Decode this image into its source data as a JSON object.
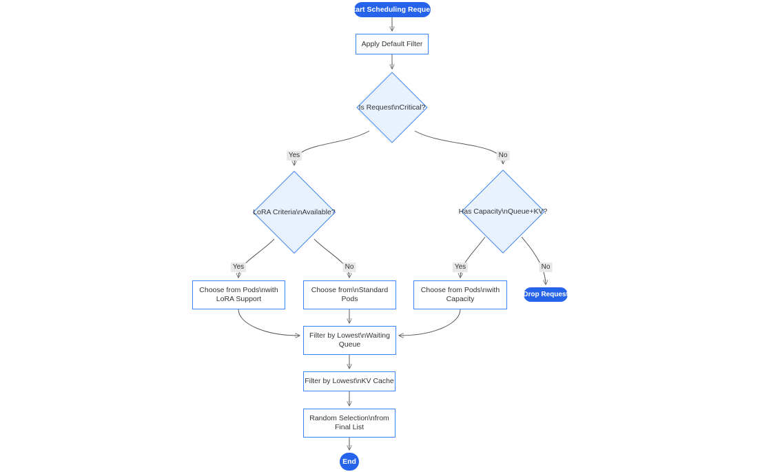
{
  "diagram_type": "flowchart",
  "nodes": {
    "start": {
      "type": "pill",
      "lines": [
        "Start Scheduling Request"
      ]
    },
    "apply": {
      "type": "process",
      "lines": [
        "Apply Default Filter"
      ]
    },
    "critical": {
      "type": "decision",
      "lines": [
        "Is Request\\nCritical?"
      ]
    },
    "lora": {
      "type": "decision",
      "lines": [
        "LoRA Criteria\\nAvailable?"
      ]
    },
    "capacity": {
      "type": "decision",
      "lines": [
        "Has Capacity\\nQueue+KV?"
      ]
    },
    "pods_lora": {
      "type": "process",
      "lines": [
        "Choose from Pods\\nwith",
        "LoRA Support"
      ]
    },
    "pods_standard": {
      "type": "process",
      "lines": [
        "Choose from\\nStandard",
        "Pods"
      ]
    },
    "pods_capacity": {
      "type": "process",
      "lines": [
        "Choose from Pods\\nwith",
        "Capacity"
      ]
    },
    "drop": {
      "type": "pill",
      "lines": [
        "Drop Request"
      ]
    },
    "filter_queue": {
      "type": "process",
      "lines": [
        "Filter by Lowest\\nWaiting",
        "Queue"
      ]
    },
    "filter_kv": {
      "type": "process",
      "lines": [
        "Filter by Lowest\\nKV Cache"
      ]
    },
    "random": {
      "type": "process",
      "lines": [
        "Random Selection\\nfrom",
        "Final List"
      ]
    },
    "end": {
      "type": "pill",
      "lines": [
        "End"
      ]
    }
  },
  "edge_labels": [
    {
      "text": "Yes"
    },
    {
      "text": "No"
    },
    {
      "text": "Yes"
    },
    {
      "text": "No"
    },
    {
      "text": "Yes"
    },
    {
      "text": "No"
    }
  ],
  "colors": {
    "node_border": "#3b82f6",
    "decision_fill": "#e8f1fc",
    "process_fill": "#ffffff",
    "pill_fill": "#2563eb",
    "pill_text": "#ffffff",
    "edge_line": "#555555",
    "edge_label_bg": "#e8e8e8",
    "text": "#333333"
  }
}
